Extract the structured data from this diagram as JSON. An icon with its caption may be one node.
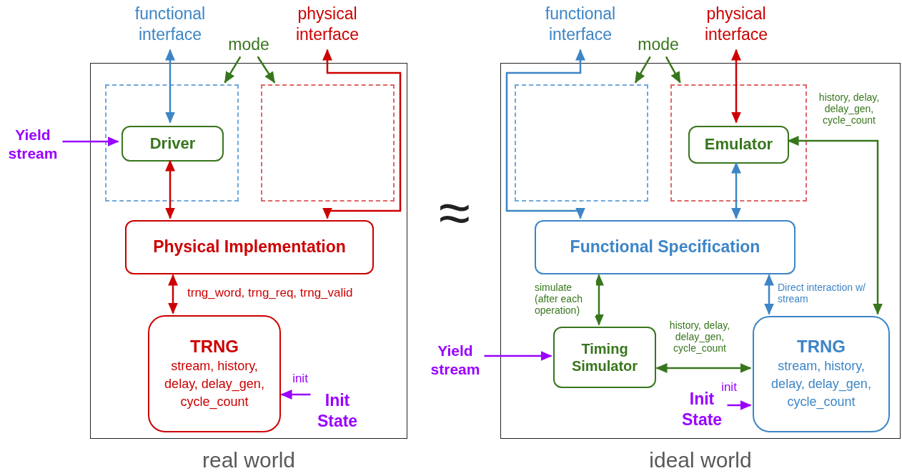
{
  "diagram": {
    "nodes": [
      {
        "text": [
          "real world"
        ]
      },
      {
        "text": [],
        "shape": "box",
        "in": 0
      },
      {
        "text": [],
        "shape": "box",
        "in": 0
      },
      {
        "text": [
          "Driver"
        ],
        "in": 1
      },
      {
        "text": [
          "Physical Implementation"
        ],
        "in": 0
      },
      {
        "text": [
          "TRNG",
          "stream, history, delay, delay_gen, cycle_count"
        ],
        "in": 0
      },
      {
        "text": [
          "functional interface"
        ]
      },
      {
        "text": [
          "physical interface"
        ]
      },
      {
        "text": [
          "mode"
        ]
      },
      {
        "text": [
          "Yield stream"
        ]
      },
      {
        "text": [
          "Init State"
        ],
        "in": 0
      },
      {
        "text": [
          "ideal world"
        ]
      },
      {
        "text": [],
        "shape": "box",
        "in": 11
      },
      {
        "text": [],
        "shape": "box",
        "in": 11
      },
      {
        "text": [
          "Emulator"
        ],
        "in": 13
      },
      {
        "text": [
          "Functional Specification"
        ],
        "in": 11
      },
      {
        "text": [
          "Timing Simulator"
        ],
        "in": 11
      },
      {
        "text": [
          "TRNG",
          "stream, history, delay, delay_gen, cycle_count"
        ],
        "in": 11
      },
      {
        "text": [
          "functional interface"
        ]
      },
      {
        "text": [
          "physical interface"
        ]
      },
      {
        "text": [
          "mode"
        ]
      },
      {
        "text": [
          "Yield stream"
        ]
      },
      {
        "text": [
          "Init State"
        ],
        "in": 11
      }
    ],
    "edges": [
      {
        "from": 6,
        "to": 3,
        "arrow": "both",
        "color": "#3d85c6"
      },
      {
        "from": 8,
        "to": 1,
        "arrow": "to"
      },
      {
        "from": 8,
        "to": 2,
        "arrow": "to"
      },
      {
        "from": 7,
        "to": 4,
        "arrow": "both",
        "color": "#cc0000"
      },
      {
        "from": 9,
        "to": 3,
        "arrow": "to",
        "color": "#9900ff"
      },
      {
        "from": 3,
        "to": 4,
        "arrow": "both",
        "color": "#cc0000"
      },
      {
        "from": 4,
        "to": 5,
        "arrow": "both",
        "color": "#cc0000",
        "label": "trng_word, trng_req, trng_valid"
      },
      {
        "from": 10,
        "to": 5,
        "arrow": "to",
        "color": "#9900ff",
        "label": "init"
      },
      {
        "from": 18,
        "to": 15,
        "arrow": "both",
        "color": "#3d85c6"
      },
      {
        "from": 20,
        "to": 12,
        "arrow": "to"
      },
      {
        "from": 20,
        "to": 13,
        "arrow": "to"
      },
      {
        "from": 19,
        "to": 14,
        "arrow": "both",
        "color": "#cc0000"
      },
      {
        "from": 14,
        "to": 15,
        "arrow": "both",
        "color": "#3d85c6"
      },
      {
        "from": 17,
        "to": 14,
        "arrow": "both",
        "label": "history, delay, delay_gen, cycle_count"
      },
      {
        "from": 15,
        "to": 16,
        "arrow": "both",
        "label": "simulate (after each operation)"
      },
      {
        "from": 15,
        "to": 17,
        "arrow": "both",
        "color": "#3d85c6",
        "label": "Direct interaction w/ stream"
      },
      {
        "from": 21,
        "to": 16,
        "arrow": "to",
        "color": "#9900ff"
      },
      {
        "from": 16,
        "to": 17,
        "arrow": "both",
        "label": "history, delay, delay_gen, cycle_count"
      },
      {
        "from": 22,
        "to": 17,
        "arrow": "to",
        "color": "#9900ff",
        "label": "init"
      }
    ],
    "labels": [
      "≈"
    ]
  }
}
